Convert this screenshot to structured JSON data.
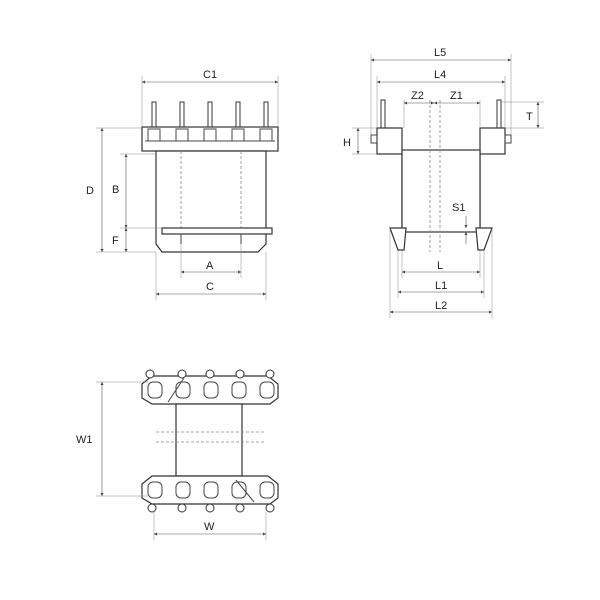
{
  "front_view": {
    "labels": {
      "C1": "C1",
      "D": "D",
      "B": "B",
      "F": "F",
      "A": "A",
      "C": "C"
    }
  },
  "side_view": {
    "labels": {
      "L5": "L5",
      "L4": "L4",
      "Z2": "Z2",
      "Z1": "Z1",
      "T": "T",
      "H": "H",
      "S1": "S1",
      "L": "L",
      "L1": "L1",
      "L2": "L2"
    }
  },
  "bottom_view": {
    "labels": {
      "W1": "W1",
      "W": "W"
    }
  },
  "colors": {
    "stroke": "#333333",
    "background": "#ffffff"
  }
}
